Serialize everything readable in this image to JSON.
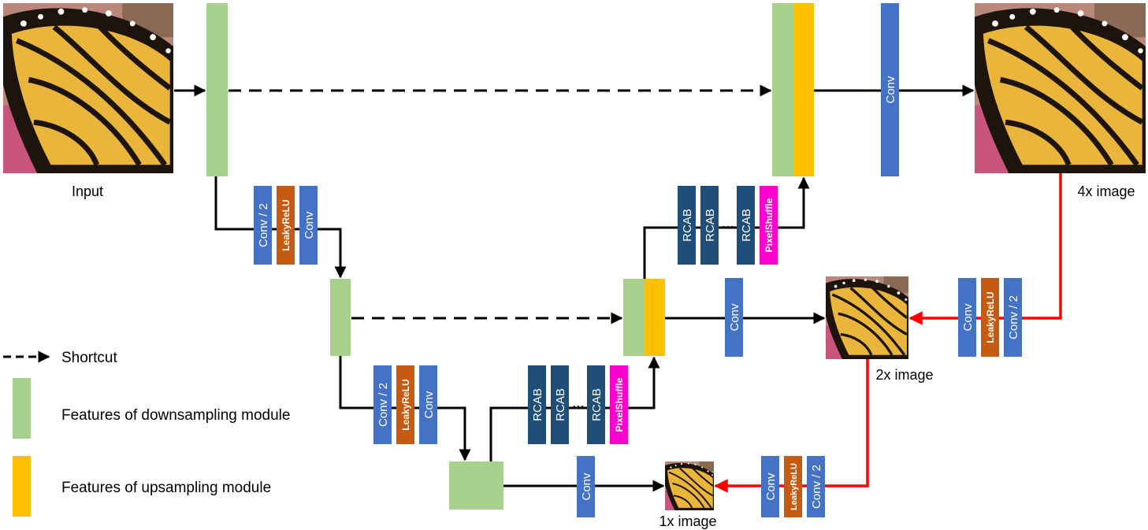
{
  "colors": {
    "down_feature": "#A9D18E",
    "up_feature": "#FFC000",
    "conv": "#4472C4",
    "rcab": "#1F4E79",
    "leakyrelu": "#C55A11",
    "pixelshuffle": "#FF00CC",
    "arrow": "#000000",
    "red_arrow": "#FF0000"
  },
  "labels": {
    "input": "Input",
    "out4x": "4x image",
    "out2x": "2x image",
    "out1x": "1x image"
  },
  "blocks": {
    "conv": "Conv",
    "conv_half": "Conv / 2",
    "leakyrelu": "LeakyReLU",
    "rcab": "RCAB",
    "pixelshuffle": "PixelShuffle",
    "ellipsis": "⋯"
  },
  "legend": {
    "shortcut": "Shortcut",
    "down": "Features of downsampling module",
    "up": "Features of upsampling module"
  },
  "images": {
    "input": "butterfly-wing",
    "out4x": "butterfly-wing",
    "out2x": "butterfly-wing",
    "out1x": "butterfly-wing"
  }
}
